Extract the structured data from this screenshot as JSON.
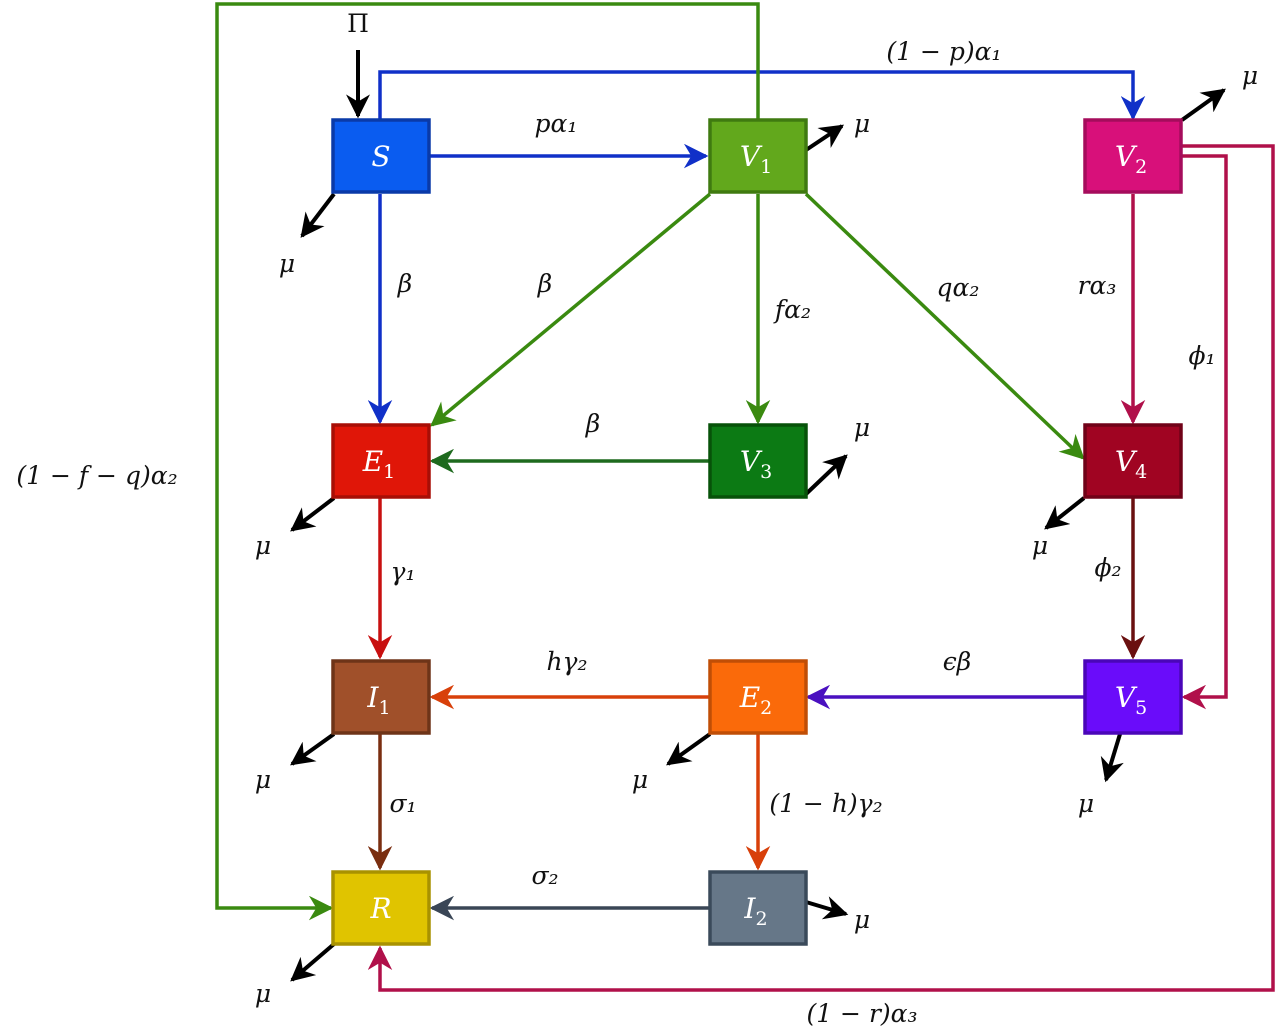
{
  "nodes": {
    "S": {
      "name": "S",
      "sub": "",
      "fill": "#0a5cf0",
      "stroke": "#0a3aa8"
    },
    "V1": {
      "name": "V",
      "sub": "1",
      "fill": "#62a81c",
      "stroke": "#3f7a10"
    },
    "V2": {
      "name": "V",
      "sub": "2",
      "fill": "#d8107a",
      "stroke": "#a50c5c"
    },
    "E1": {
      "name": "E",
      "sub": "1",
      "fill": "#e01608",
      "stroke": "#a80e06"
    },
    "V3": {
      "name": "V",
      "sub": "3",
      "fill": "#0c7a14",
      "stroke": "#075209"
    },
    "V4": {
      "name": "V",
      "sub": "4",
      "fill": "#a00422",
      "stroke": "#700218"
    },
    "I1": {
      "name": "I",
      "sub": "1",
      "fill": "#a0502a",
      "stroke": "#6e3418"
    },
    "E2": {
      "name": "E",
      "sub": "2",
      "fill": "#fa6a0a",
      "stroke": "#c04e06"
    },
    "V5": {
      "name": "V",
      "sub": "5",
      "fill": "#6a0cfa",
      "stroke": "#4a06b8"
    },
    "R": {
      "name": "R",
      "sub": "",
      "fill": "#e0c400",
      "stroke": "#a89200"
    },
    "I2": {
      "name": "I",
      "sub": "2",
      "fill": "#667788",
      "stroke": "#3a4a5a"
    }
  },
  "inflow": {
    "label": "Π"
  },
  "death_label": "μ",
  "rates": {
    "S_V2": "(1 − p)α₁",
    "S_V1": "pα₁",
    "S_E1": "β",
    "V1_E1": "β",
    "V1_V3": "fα₂",
    "V1_V4": "qα₂",
    "V1_R": "(1 − f − q)α₂",
    "V3_E1": "β",
    "V2_V4": "rα₃",
    "V2_V5": "ϕ₁",
    "V4_V5": "ϕ₂",
    "E1_I1": "γ₁",
    "E2_I1": "hγ₂",
    "V5_E2": "ϵβ",
    "I1_R": "σ₁",
    "E2_I2": "(1 − h)γ₂",
    "I2_R": "σ₂",
    "V2_R": "(1 − r)α₃"
  },
  "colors": {
    "blue": "#1030c8",
    "green": "#3a8a10",
    "darkgreen": "#1e6a1e",
    "crimson": "#b0104a",
    "darkred": "#6a1010",
    "red": "#c81010",
    "orange": "#d8400a",
    "purple": "#4a10c0",
    "brown": "#7a2e10",
    "slate": "#3a4656",
    "black": "#000000"
  }
}
